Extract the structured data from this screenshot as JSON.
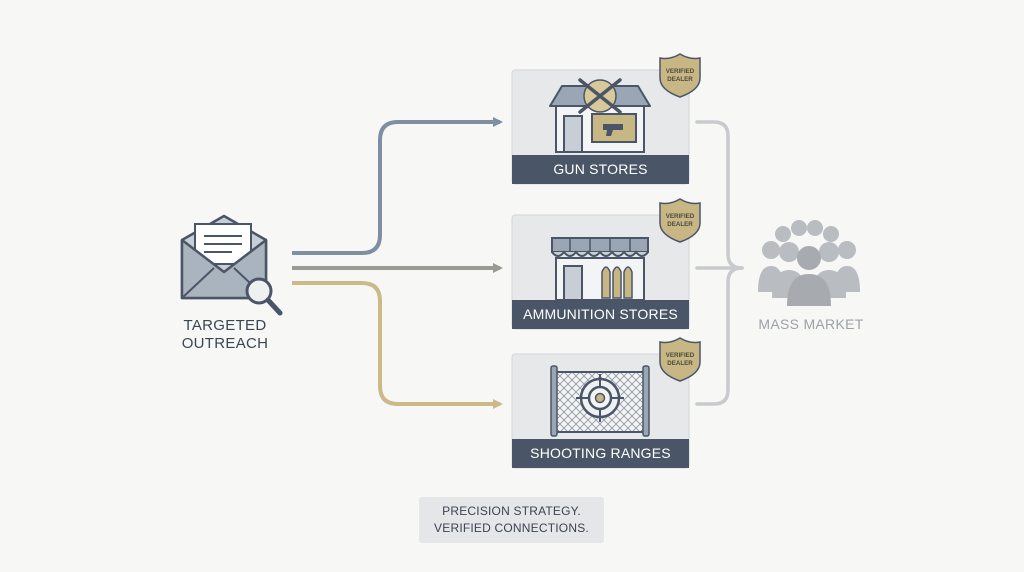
{
  "source": {
    "label_line1": "TARGETED",
    "label_line2": "OUTREACH",
    "icon": "envelope-search-icon"
  },
  "targets": [
    {
      "label": "GUN STORES",
      "badge_line1": "VERIFIED",
      "badge_line2": "DEALER",
      "icon": "storefront-rifles-icon",
      "arrow_color": "#7d8fa1"
    },
    {
      "label": "AMMUNITION STORES",
      "badge_line1": "VERIFIED",
      "badge_line2": "DEALER",
      "icon": "storefront-cartridges-icon",
      "arrow_color": "#9a9a92"
    },
    {
      "label": "SHOOTING RANGES",
      "badge_line1": "VERIFIED",
      "badge_line2": "DEALER",
      "icon": "target-range-icon",
      "arrow_color": "#cbb98a"
    }
  ],
  "destination": {
    "label": "MASS MARKET",
    "icon": "crowd-icon"
  },
  "footer": {
    "line1": "PRECISION STRATEGY.",
    "line2": "VERIFIED CONNECTIONS."
  },
  "colors": {
    "card_bg": "#e6e8ea",
    "card_label_bg": "#4a5667",
    "badge_fill": "#c8b685",
    "icon_stroke": "#4a5667",
    "faded": "#b9bcc0"
  }
}
